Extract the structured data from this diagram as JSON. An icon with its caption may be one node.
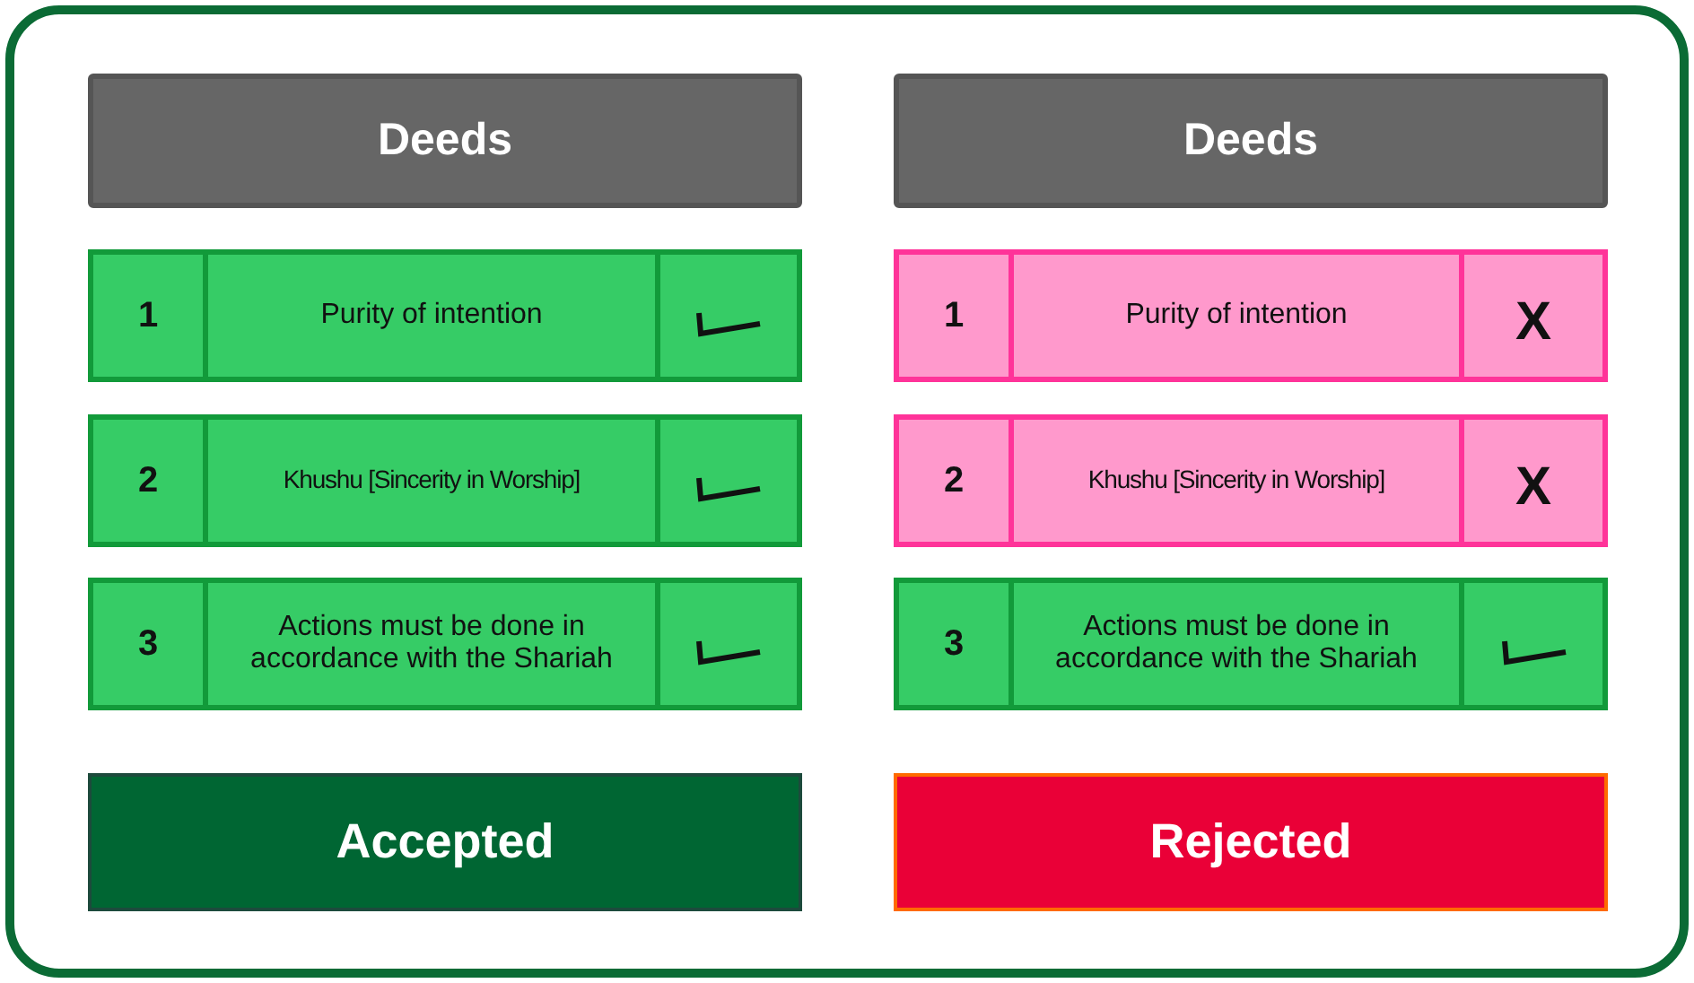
{
  "diagram": {
    "nodes": [
      {
        "text": [
          "Deeds"
        ]
      },
      {
        "text": [
          "Deeds"
        ]
      },
      {
        "text": [
          "1"
        ]
      },
      {
        "text": [
          "Purity of intention"
        ]
      },
      {
        "text": [],
        "shape": "tick"
      },
      {
        "text": [
          "1"
        ]
      },
      {
        "text": [
          "Purity of intention"
        ]
      },
      {
        "text": [
          "X"
        ]
      },
      {
        "text": [
          "2"
        ]
      },
      {
        "text": [
          "Khushu [Sincerity in Worship]"
        ]
      },
      {
        "text": [],
        "shape": "tick"
      },
      {
        "text": [
          "2"
        ]
      },
      {
        "text": [
          "Khushu [Sincerity in Worship]"
        ]
      },
      {
        "text": [
          "X"
        ]
      },
      {
        "text": [
          "3"
        ]
      },
      {
        "text": [
          "Actions must be done in accordance with the Shariah"
        ]
      },
      {
        "text": [],
        "shape": "tick"
      },
      {
        "text": [
          "3"
        ]
      },
      {
        "text": [
          "Actions must be done in accordance with the Shariah"
        ]
      },
      {
        "text": [],
        "shape": "tick"
      },
      {
        "text": [
          "Accepted"
        ]
      },
      {
        "text": [
          "Rejected"
        ]
      }
    ]
  }
}
